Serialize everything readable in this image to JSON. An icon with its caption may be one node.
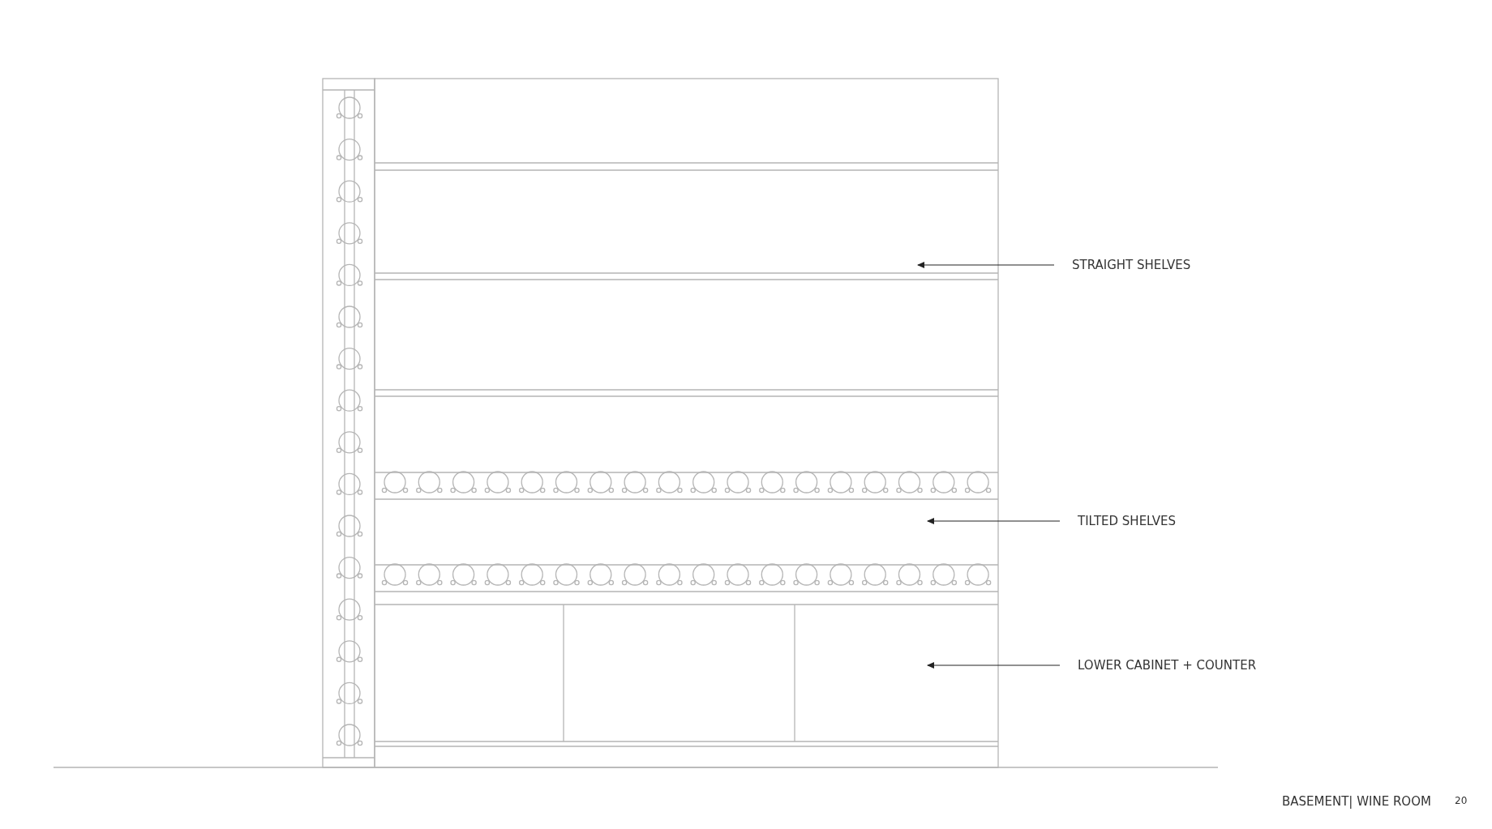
{
  "diagram": {
    "nodes": [
      {
        "text": [
          "STRAIGHT SHELVES"
        ]
      },
      {
        "text": [
          "TILTED SHELVES"
        ]
      },
      {
        "text": [
          "LOWER CABINET + COUNTER"
        ]
      }
    ],
    "edges": [
      {
        "from": 0,
        "to": null,
        "arrow": "to"
      },
      {
        "from": 1,
        "to": null,
        "arrow": "to"
      },
      {
        "from": 2,
        "to": null,
        "arrow": "to"
      }
    ],
    "labels": [
      "BASEMENT| WINE ROOM",
      "20"
    ]
  }
}
